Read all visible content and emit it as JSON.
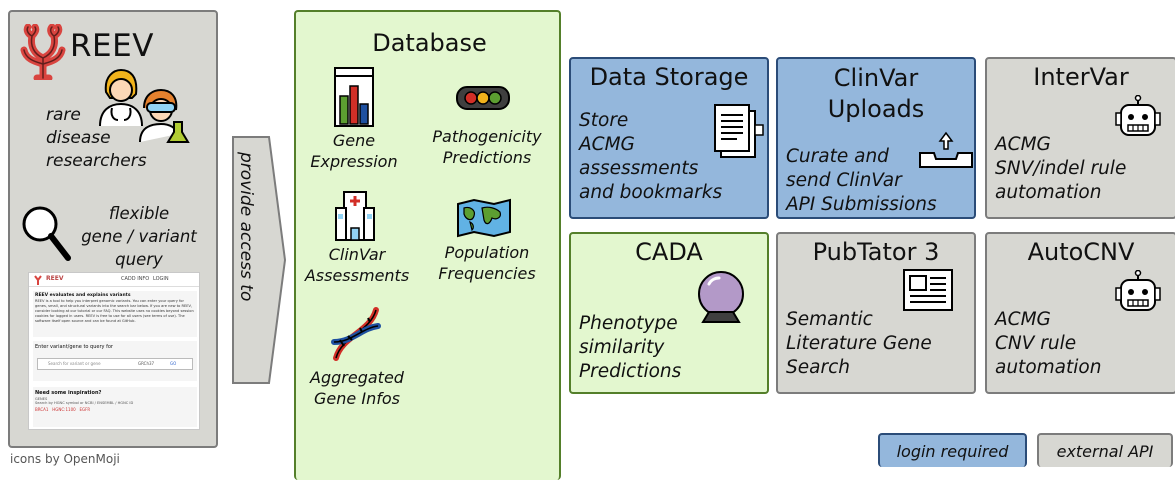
{
  "reev": {
    "title": "REEV",
    "users_lines": [
      "rare",
      "disease",
      "researchers"
    ],
    "query_lines": [
      "flexible",
      "gene / variant",
      "query"
    ],
    "screenshot": {
      "brand": "REEV",
      "nav_items": [
        "CADD INFO",
        "LOGIN"
      ],
      "intro_heading": "REEV evaluates and explains variants",
      "intro_text": "REEV is a tool to help you interpret genomic variants. You can enter your query for genes, small, and structural variants into the search bar below. If you are new to REEV, consider looking at our tutorial or our FAQ. This website uses no cookies beyond session cookies for logged in users. REEV is free to use for all users (see terms of use). The software itself open source and can be found at GitHub.",
      "query_heading": "Enter variant/gene to query for",
      "search_placeholder": "Search for variant or gene",
      "genome_release": "GRCh37",
      "go_label": "GO",
      "inspiration_heading": "Need some inspiration?",
      "inspiration_sub1": "GENES",
      "inspiration_sub2": "Search by HGNC symbol or NCBI / ENSEMBL / HGNC ID",
      "examples": [
        "BRCA1",
        "HGNC:1100",
        "EGFR"
      ]
    }
  },
  "arrow": {
    "label": "provide access to"
  },
  "database": {
    "title": "Database",
    "items": [
      {
        "label_lines": [
          "Gene",
          "Expression"
        ],
        "icon": "bar-chart-icon"
      },
      {
        "label_lines": [
          "Pathogenicity",
          "Predictions"
        ],
        "icon": "traffic-light-icon"
      },
      {
        "label_lines": [
          "ClinVar",
          "Assessments"
        ],
        "icon": "hospital-icon"
      },
      {
        "label_lines": [
          "Population",
          "Frequencies"
        ],
        "icon": "world-map-icon"
      },
      {
        "label_lines": [
          "Aggregated",
          "Gene Infos"
        ],
        "icon": "dna-icon"
      }
    ]
  },
  "services": {
    "data_storage": {
      "title": "Data Storage",
      "desc_lines": [
        "Store",
        "ACMG",
        "assessments",
        "and bookmarks"
      ],
      "icon": "document-icon",
      "color": "#94b7dc"
    },
    "clinvar": {
      "title_lines": [
        "ClinVar",
        "Uploads"
      ],
      "desc_lines": [
        "Curate and",
        "send ClinVar",
        "API Submissions"
      ],
      "icon": "outbox-tray-icon",
      "color": "#94b7dc"
    },
    "intervar": {
      "title": "InterVar",
      "desc_lines": [
        "ACMG",
        "SNV/indel rule",
        "automation"
      ],
      "icon": "robot-icon",
      "color": "#d7d7d2"
    },
    "cada": {
      "title": "CADA",
      "desc_lines": [
        "Phenotype",
        "similarity",
        "Predictions"
      ],
      "icon": "crystal-ball-icon",
      "color": "#e3f7cf"
    },
    "pubtator": {
      "title": "PubTator 3",
      "desc_lines": [
        "Semantic",
        "Literature Gene",
        "Search"
      ],
      "icon": "newspaper-icon",
      "color": "#d7d7d2"
    },
    "autocnv": {
      "title": "AutoCNV",
      "desc_lines": [
        "ACMG",
        "CNV rule",
        "automation"
      ],
      "icon": "robot-icon",
      "color": "#d7d7d2"
    }
  },
  "legend": {
    "login": "login required",
    "external": "external API"
  },
  "credit": "icons by OpenMoji"
}
